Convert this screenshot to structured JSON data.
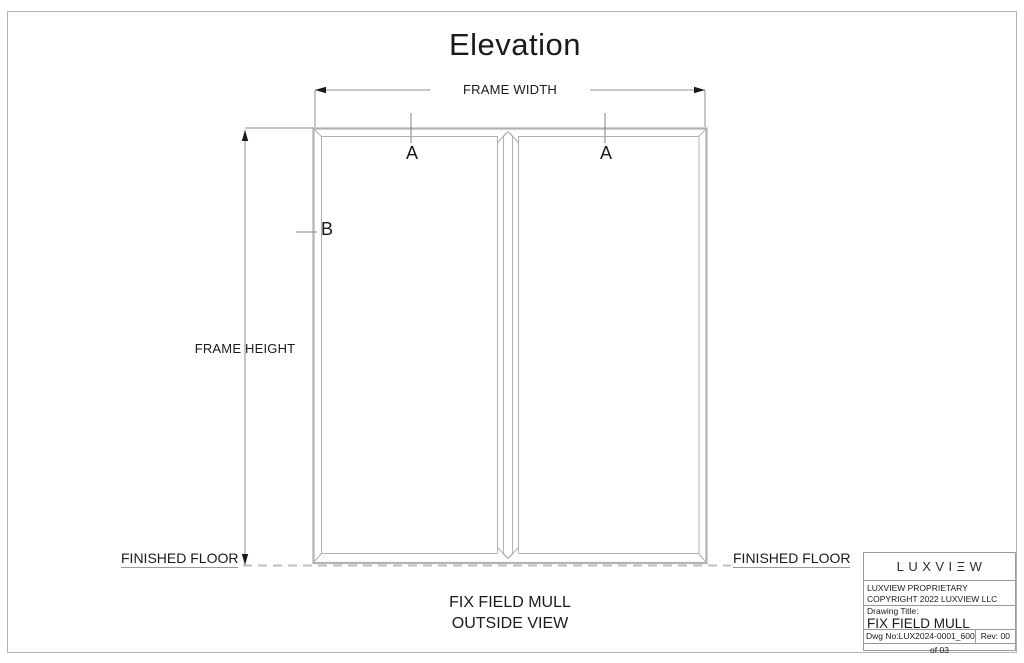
{
  "drawing": {
    "title": "Elevation",
    "frame_width_label": "FRAME WIDTH",
    "frame_height_label": "FRAME HEIGHT",
    "label_a_left": "A",
    "label_a_right": "A",
    "label_b": "B",
    "finished_floor_left": "FINISHED FLOOR",
    "finished_floor_right": "FINISHED FLOOR",
    "caption_line1": "FIX FIELD MULL",
    "caption_line2": "OUTSIDE VIEW"
  },
  "title_block": {
    "logo_text": "LUXVIΞW",
    "proprietary_line1": "LUXVIEW PROPRIETARY",
    "proprietary_line2": "COPYRIGHT 2022 LUXVIEW LLC",
    "drawing_title_label": "Drawing Title:",
    "drawing_title_value": "FIX FIELD MULL",
    "dwg_no": "Dwg No:LUX2024-0001_600",
    "rev": "Rev: 00",
    "sheet": "of 03"
  },
  "colors": {
    "line_frame": "#b2b2b2",
    "line_dimension": "#8f8f8f",
    "arrow": "#1a1a1a",
    "text": "#1a1a1a",
    "floor_dash": "#bfbfbf"
  }
}
